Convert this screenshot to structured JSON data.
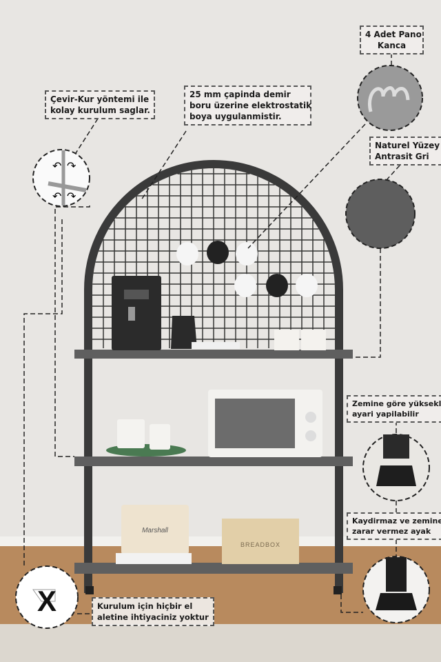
{
  "callouts": {
    "hooks": {
      "lines": [
        "4 Adet Pano",
        "Kanca"
      ]
    },
    "assembly": {
      "lines": [
        "Çevir-Kur yöntemi ile",
        "kolay kurulum saglar."
      ]
    },
    "pipe": {
      "lines": [
        "25 mm çapinda demir",
        "boru üzerine elektrostatik",
        "boya uygulanmistir."
      ]
    },
    "surface": {
      "lines": [
        "Naturel Yüzey",
        "Antrasit Gri"
      ]
    },
    "height": {
      "lines": [
        "Zemine göre yükseklik",
        "ayari yapilabilir"
      ]
    },
    "feet": {
      "lines": [
        "Kaydirmaz ve zemine",
        "zarar vermez ayak"
      ]
    },
    "tools": {
      "lines": [
        "Kurulum için hiçbir el",
        "aletine ihtiyaciniz yoktur"
      ]
    }
  },
  "product_labels": {
    "bread_box": "BREADBOX",
    "radio": "Marshall"
  },
  "colors": {
    "wall": "#e8e6e3",
    "floor": "#b88a5e",
    "rug": "#dcd7cf",
    "frame": "#3a3a3a",
    "shelf": "#5f5f5f",
    "swatch": "#5e5e5e"
  }
}
